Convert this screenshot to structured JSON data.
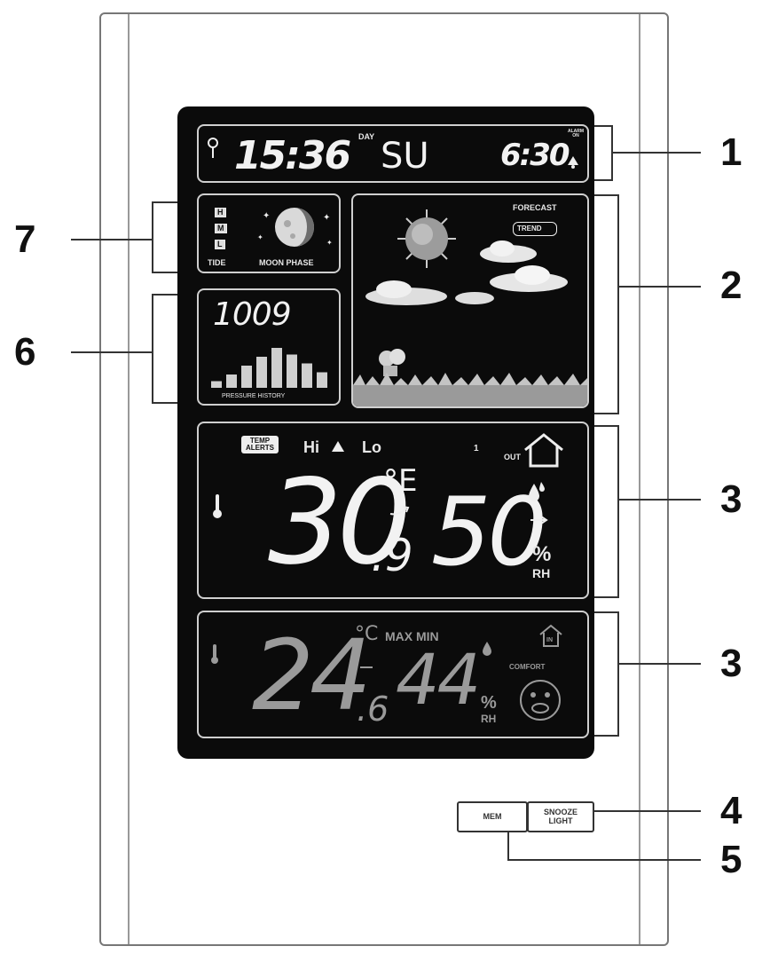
{
  "display": {
    "time": "15:36",
    "day_label": "DAY",
    "day": "SU",
    "alarm_time": "6:30",
    "alarm_label": "ALARM ON",
    "tide_levels": [
      "H",
      "M",
      "L"
    ],
    "tide_label": "TIDE",
    "moon_label": "MOON PHASE",
    "forecast_label": "FORECAST",
    "trend_label": "TREND",
    "pressure_value": "1009",
    "pressure_history_label": "PRESSURE HISTORY",
    "pressure_bars": [
      0.15,
      0.3,
      0.5,
      0.7,
      0.9,
      0.75,
      0.55,
      0.35
    ],
    "temp_alerts_label": "TEMP ALERTS",
    "hi_label": "Hi",
    "lo_label": "Lo",
    "channel": "1",
    "out_label": "OUT",
    "outdoor_temp_int": "30",
    "outdoor_temp_dec": ".9",
    "outdoor_temp_unit": "°E",
    "outdoor_humidity": "50",
    "humidity_unit_pct": "%",
    "humidity_unit_rh": "RH",
    "indoor_temp_int": "24",
    "indoor_temp_dec": ".6",
    "indoor_temp_unit": "°C",
    "max_min_label": "MAX MIN",
    "indoor_humidity": "44",
    "in_label": "IN",
    "comfort_label": "COMFORT"
  },
  "buttons": {
    "mem": "MEM",
    "snooze_light": "SNOOZE LIGHT"
  },
  "callouts": [
    "1",
    "2",
    "3",
    "3",
    "4",
    "5",
    "6",
    "7"
  ]
}
